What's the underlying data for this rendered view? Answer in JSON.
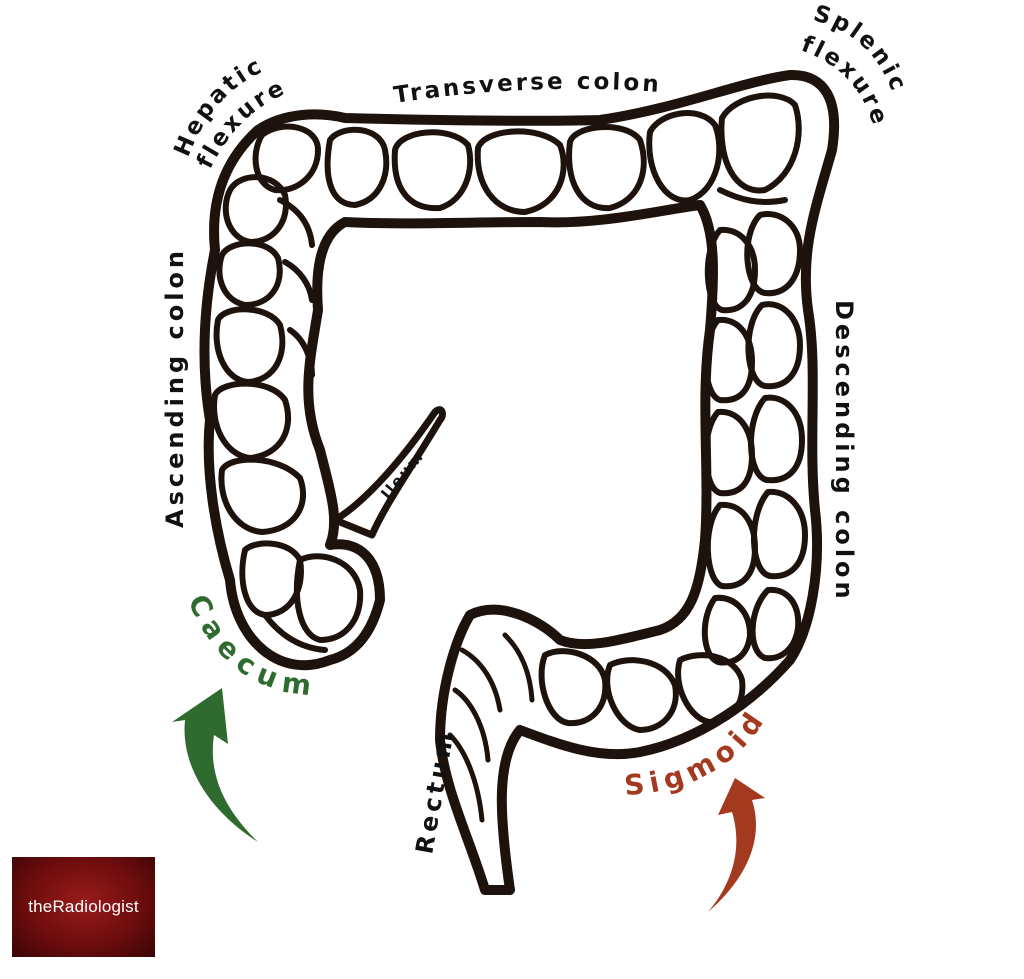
{
  "labels": {
    "transverse": "Transverse colon",
    "hepatic_1": "Hepatic",
    "hepatic_2": "flexure",
    "splenic_1": "Splenic",
    "splenic_2": "flexure",
    "ascending": "Ascending colon",
    "descending": "Descending colon",
    "ileum": "Ileum",
    "caecum": "Caecum",
    "rectum": "Rectum",
    "sigmoid": "Sigmoid"
  },
  "colors": {
    "outline": "#1e120c",
    "caecum": "#2f6b2f",
    "sigmoid": "#a33a20",
    "logo_bg": "#7a1010"
  },
  "icons": {
    "caecum_arrow": "curved-arrow-up-icon",
    "sigmoid_arrow": "curved-arrow-up-icon"
  },
  "logo": {
    "text": "theRadiologist"
  }
}
